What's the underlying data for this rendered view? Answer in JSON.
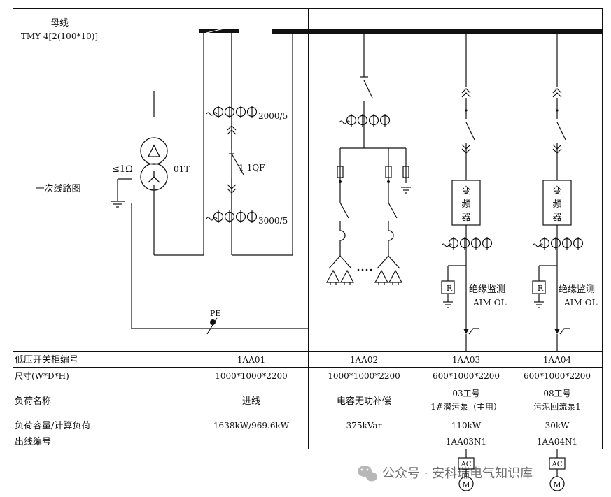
{
  "busbar": {
    "label": "母线",
    "spec": "TMY 4[2(100*10)]"
  },
  "row_labels": {
    "primary_diagram": "一次线路图",
    "cabinet_no": "低压开关柜编号",
    "size": "尺寸(W*D*H)",
    "load_name": "负荷名称",
    "load_capacity": "负荷容量/计算负荷",
    "outgoing_no": "出线编号"
  },
  "annotations": {
    "grounding_resistance": "≤1Ω",
    "transformer": "01T",
    "ct_incoming_1": "2000/5",
    "breaker": "1-1QF",
    "ct_incoming_2": "3000/5",
    "pe": "PE",
    "vfd_chars": [
      "变",
      "频",
      "器"
    ],
    "insulation_monitor": "绝缘监测",
    "aim_model": "AIM-OL",
    "r_symbol": "R",
    "ac_symbol": "AC",
    "motor_symbol": "M"
  },
  "cabinets": [
    {
      "no": "1AA01",
      "size": "1000*1000*2200",
      "load_name": [
        "进线"
      ],
      "capacity": "1638kW/969.6kW",
      "outgoing": ""
    },
    {
      "no": "1AA02",
      "size": "1000*1000*2200",
      "load_name": [
        "电容无功补偿"
      ],
      "capacity": "375kVar",
      "outgoing": ""
    },
    {
      "no": "1AA03",
      "size": "600*1000*2200",
      "load_name": [
        "03工号",
        "1#潜污泵（主用）"
      ],
      "capacity": "110kW",
      "outgoing": "1AA03N1"
    },
    {
      "no": "1AA04",
      "size": "600*1000*2200",
      "load_name": [
        "08工号",
        "污泥回流泵1"
      ],
      "capacity": "30kW",
      "outgoing": "1AA04N1"
    }
  ],
  "watermark": {
    "icon": "wechat-icon",
    "text": "公众号 · 安科瑞电气知识库"
  }
}
